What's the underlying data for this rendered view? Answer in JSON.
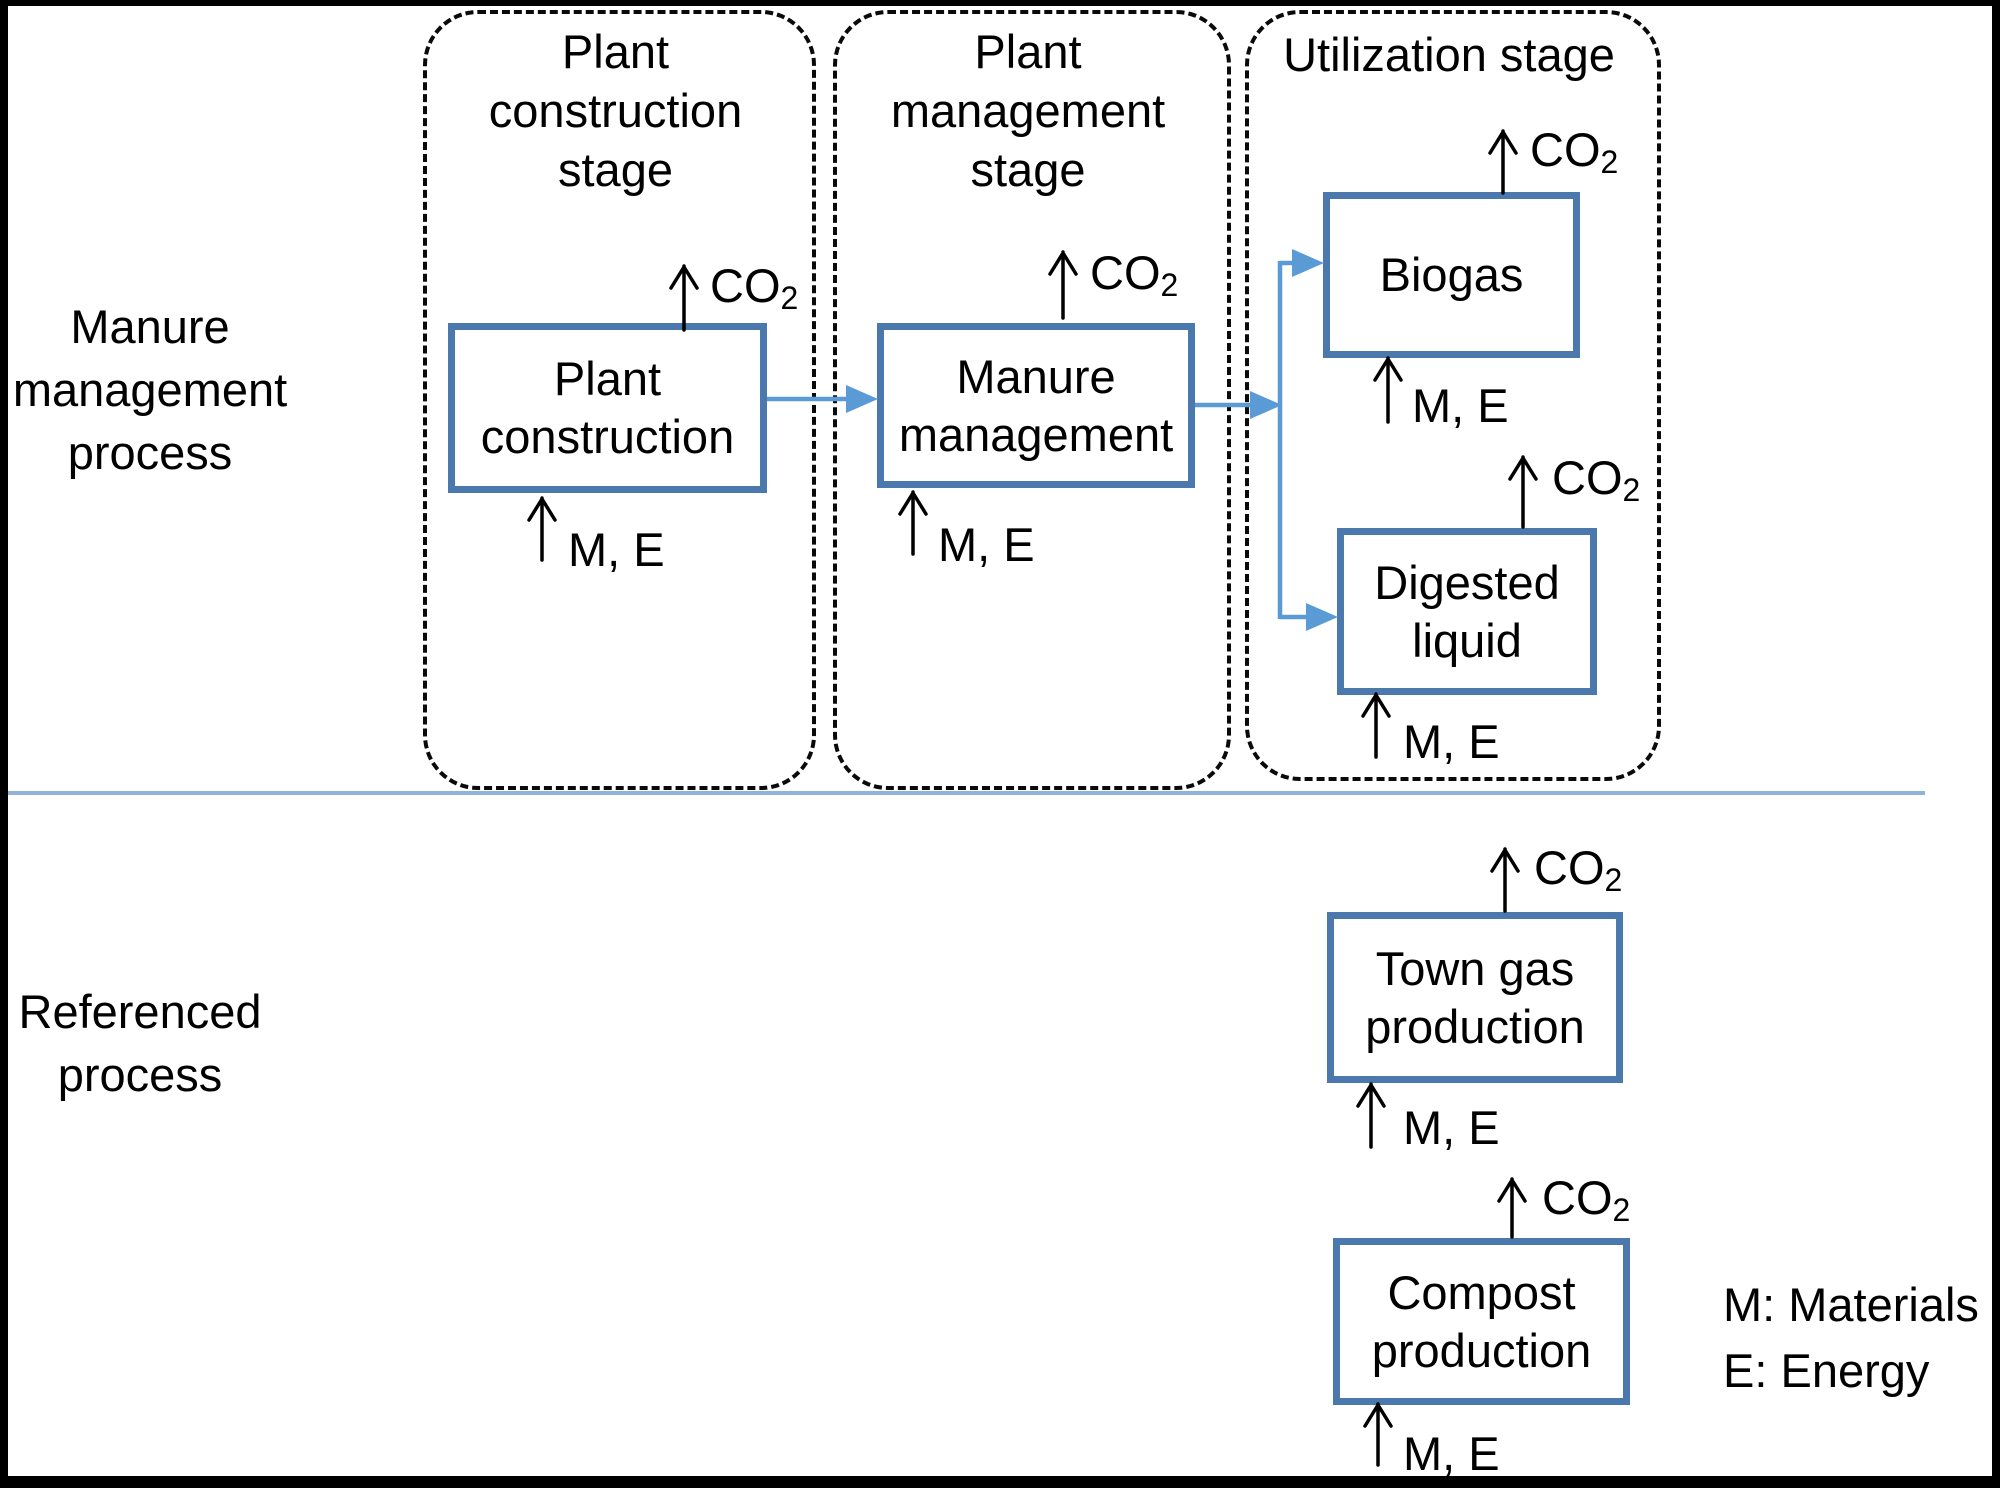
{
  "colors": {
    "box_border": "#4b79ad",
    "flow_arrow_blue": "#5b9bd5",
    "divider_blue": "#8fb4d8",
    "dashed_border": "#0a0a0a",
    "text": "#000000",
    "background": "#ffffff"
  },
  "row_labels": {
    "manure": [
      "Manure",
      "management",
      "process"
    ],
    "referenced": [
      "Referenced",
      "process"
    ]
  },
  "stages": [
    {
      "title": [
        "Plant",
        "construction",
        "stage"
      ]
    },
    {
      "title": [
        "Plant",
        "management",
        "stage"
      ]
    },
    {
      "title": [
        "Utilization stage"
      ]
    }
  ],
  "boxes": [
    {
      "id": "plant-construction",
      "lines": [
        "Plant",
        "construction"
      ]
    },
    {
      "id": "manure-management",
      "lines": [
        "Manure",
        "management"
      ]
    },
    {
      "id": "biogas",
      "lines": [
        "Biogas"
      ]
    },
    {
      "id": "digested-liquid",
      "lines": [
        "Digested",
        "liquid"
      ]
    },
    {
      "id": "town-gas-production",
      "lines": [
        "Town gas",
        "production"
      ]
    },
    {
      "id": "compost-production",
      "lines": [
        "Compost",
        "production"
      ]
    }
  ],
  "emission_label": {
    "main": "CO",
    "sub": "2"
  },
  "input_label": "M, E",
  "legend": {
    "materials": "M: Materials",
    "energy": "E: Energy"
  }
}
